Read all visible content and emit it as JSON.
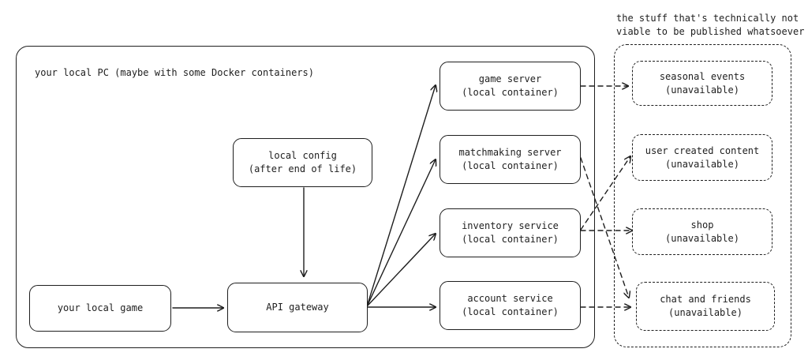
{
  "local_pc": {
    "label": "your local PC (maybe with some Docker containers)"
  },
  "unpublishable": {
    "title_line1": "the stuff that's technically not",
    "title_line2": "viable to be published whatsoever"
  },
  "nodes": {
    "local_game": {
      "line1": "your local game"
    },
    "api_gateway": {
      "line1": "API gateway"
    },
    "local_config": {
      "line1": "local config",
      "line2": "(after end of life)"
    },
    "game_server": {
      "line1": "game server",
      "line2": "(local container)"
    },
    "matchmaking_server": {
      "line1": "matchmaking server",
      "line2": "(local container)"
    },
    "inventory_service": {
      "line1": "inventory service",
      "line2": "(local container)"
    },
    "account_service": {
      "line1": "account service",
      "line2": "(local container)"
    },
    "seasonal_events": {
      "line1": "seasonal events",
      "line2": "(unavailable)"
    },
    "user_created_content": {
      "line1": "user created content",
      "line2": "(unavailable)"
    },
    "shop": {
      "line1": "shop",
      "line2": "(unavailable)"
    },
    "chat_and_friends": {
      "line1": "chat and friends",
      "line2": "(unavailable)"
    }
  },
  "colors": {
    "stroke": "#1e1e1e",
    "background": "#ffffff"
  }
}
